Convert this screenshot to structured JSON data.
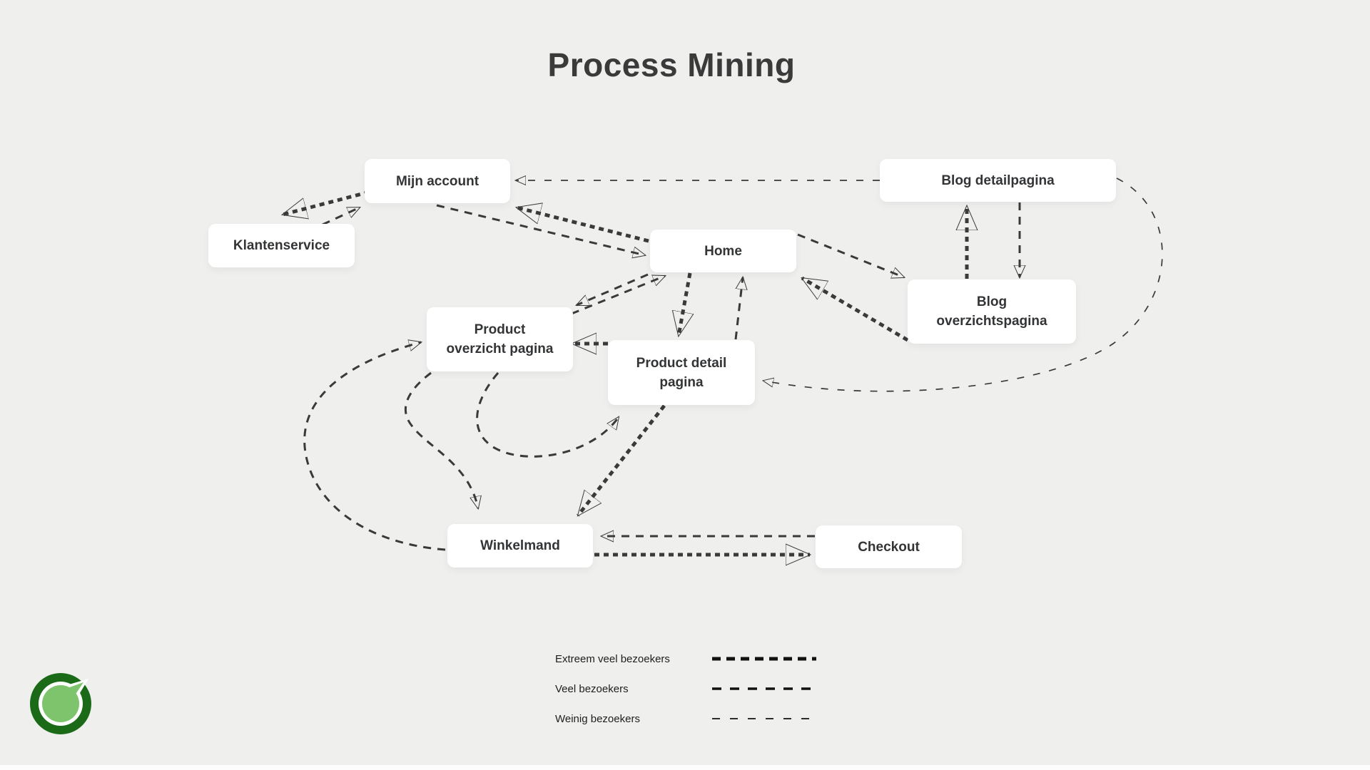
{
  "title": "Process Mining",
  "colors": {
    "background": "#efefee",
    "node_background": "#ffffff",
    "ink": "#3a3a3a",
    "logo_dark_green": "#1a6a18",
    "logo_light_green": "#7ec46d"
  },
  "nodes": [
    {
      "id": "mijn-account",
      "label": "Mijn account",
      "lines": [
        "Mijn account"
      ]
    },
    {
      "id": "klantenservice",
      "label": "Klantenservice",
      "lines": [
        "Klantenservice"
      ]
    },
    {
      "id": "blog-detailpagina",
      "label": "Blog detailpagina",
      "lines": [
        "Blog detailpagina"
      ]
    },
    {
      "id": "home",
      "label": "Home",
      "lines": [
        "Home"
      ]
    },
    {
      "id": "blog-overzichtspagina",
      "label": "Blog overzichtspagina",
      "lines": [
        "Blog",
        "overzichtspagina"
      ]
    },
    {
      "id": "product-overzicht-pagina",
      "label": "Product overzicht pagina",
      "lines": [
        "Product",
        "overzicht pagina"
      ]
    },
    {
      "id": "product-detail-pagina",
      "label": "Product detail pagina",
      "lines": [
        "Product detail",
        "pagina"
      ]
    },
    {
      "id": "winkelmand",
      "label": "Winkelmand",
      "lines": [
        "Winkelmand"
      ]
    },
    {
      "id": "checkout",
      "label": "Checkout",
      "lines": [
        "Checkout"
      ]
    }
  ],
  "edges": [
    {
      "from": "Mijn account",
      "to": "Klantenservice",
      "traffic": "extreem-veel"
    },
    {
      "from": "Klantenservice",
      "to": "Mijn account",
      "traffic": "veel"
    },
    {
      "from": "Blog detailpagina",
      "to": "Mijn account",
      "traffic": "weinig"
    },
    {
      "from": "Home",
      "to": "Mijn account",
      "traffic": "extreem-veel"
    },
    {
      "from": "Mijn account",
      "to": "Home",
      "traffic": "veel"
    },
    {
      "from": "Blog overzichtspagina",
      "to": "Blog detailpagina",
      "traffic": "extreem-veel"
    },
    {
      "from": "Blog detailpagina",
      "to": "Blog overzichtspagina",
      "traffic": "veel"
    },
    {
      "from": "Home",
      "to": "Blog overzichtspagina",
      "traffic": "veel"
    },
    {
      "from": "Blog overzichtspagina",
      "to": "Home",
      "traffic": "extreem-veel"
    },
    {
      "from": "Home",
      "to": "Product detail pagina",
      "traffic": "extreem-veel"
    },
    {
      "from": "Product detail pagina",
      "to": "Home",
      "traffic": "veel"
    },
    {
      "from": "Product detail pagina",
      "to": "Product overzicht pagina",
      "traffic": "extreem-veel"
    },
    {
      "from": "Home",
      "to": "Product overzicht pagina",
      "traffic": "veel"
    },
    {
      "from": "Product overzicht pagina",
      "to": "Home",
      "traffic": "veel"
    },
    {
      "from": "Blog detailpagina",
      "to": "Product detail pagina",
      "traffic": "weinig"
    },
    {
      "from": "Product detail pagina",
      "to": "Winkelmand",
      "traffic": "extreem-veel"
    },
    {
      "from": "Product overzicht pagina",
      "to": "Product detail pagina",
      "traffic": "veel"
    },
    {
      "from": "Winkelmand",
      "to": "Product overzicht pagina",
      "traffic": "veel"
    },
    {
      "from": "Product overzicht pagina",
      "to": "Winkelmand",
      "traffic": "veel"
    },
    {
      "from": "Winkelmand",
      "to": "Checkout",
      "traffic": "extreem-veel"
    },
    {
      "from": "Checkout",
      "to": "Winkelmand",
      "traffic": "veel"
    }
  ],
  "legend": {
    "items": [
      {
        "label": "Extreem veel bezoekers",
        "level": "extreem-veel"
      },
      {
        "label": "Veel bezoekers",
        "level": "veel"
      },
      {
        "label": "Weinig bezoekers",
        "level": "weinig"
      }
    ]
  }
}
